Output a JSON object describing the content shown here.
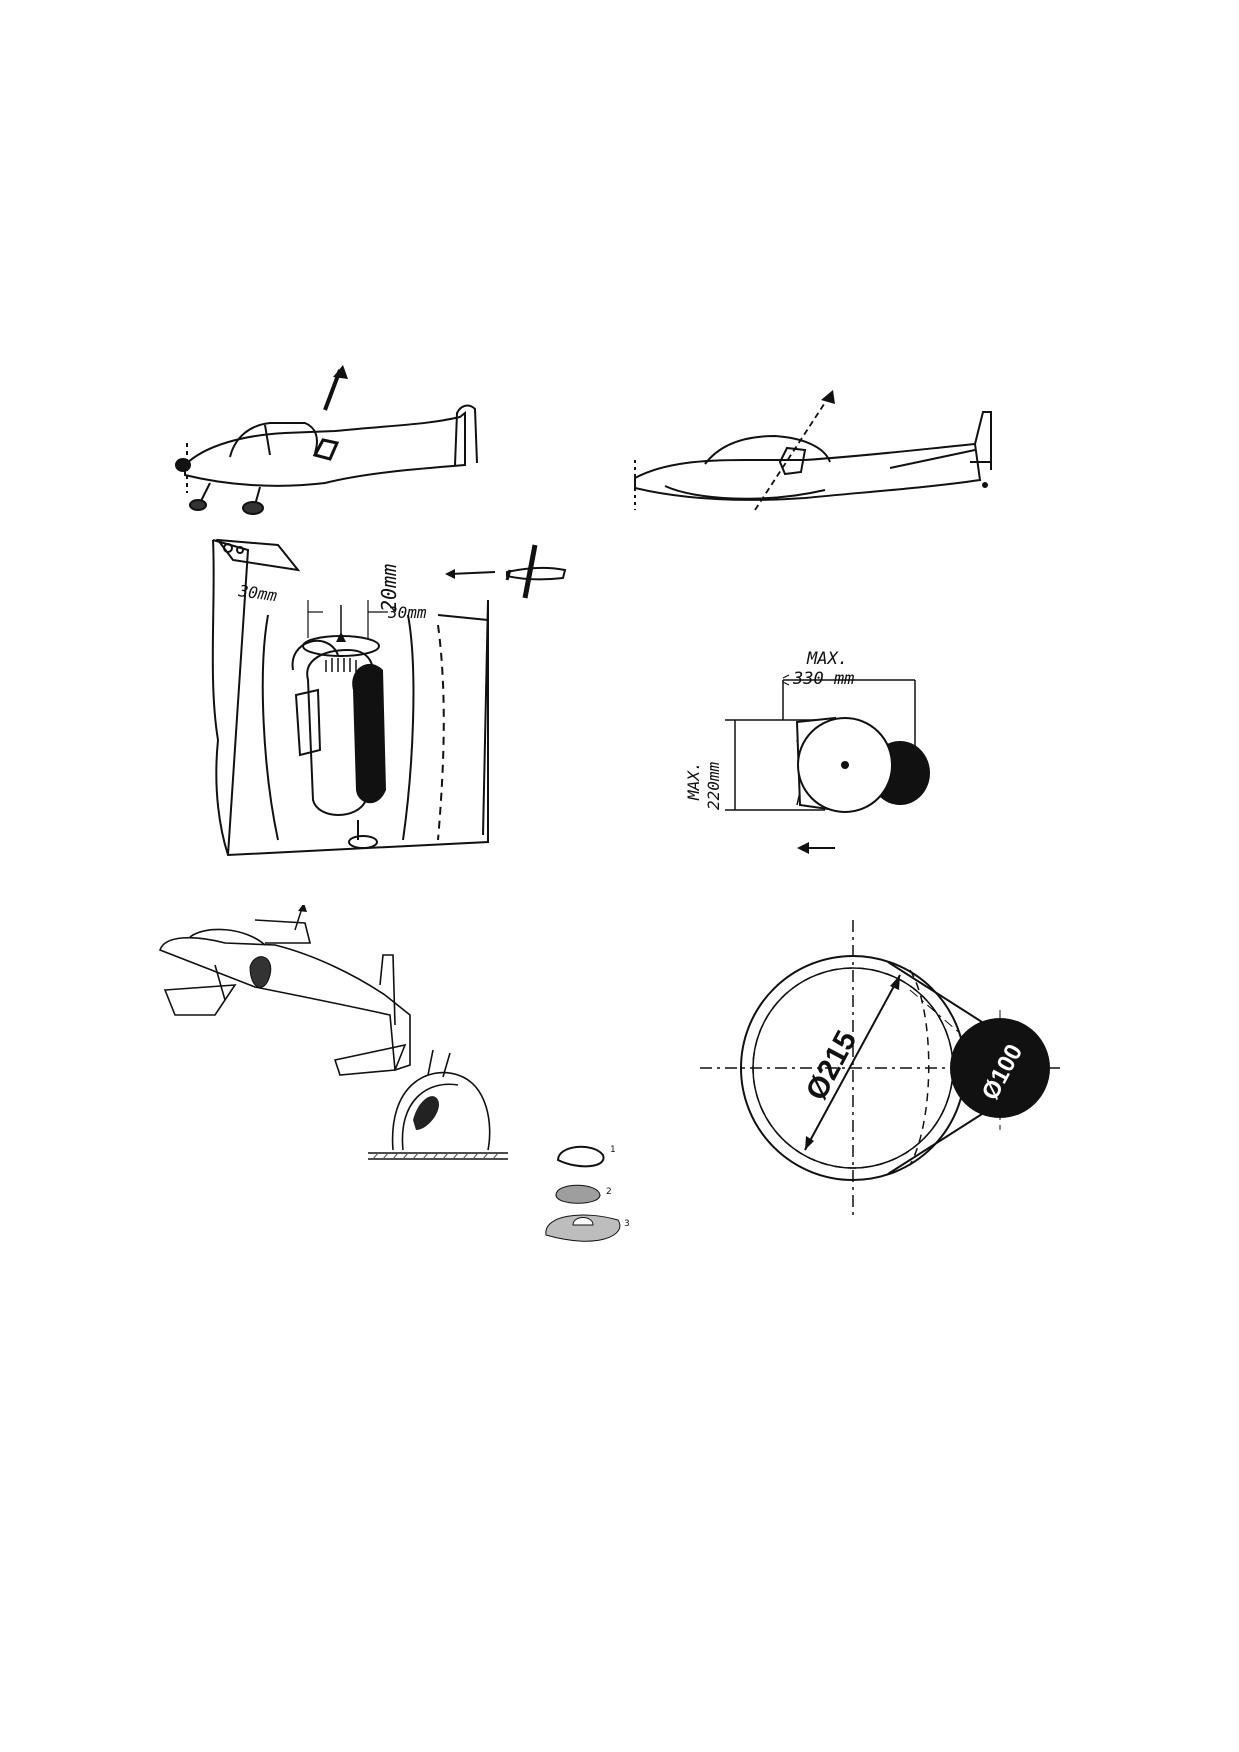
{
  "page": {
    "background": "#ffffff",
    "ink": "#111111",
    "fill_dark": "#111111",
    "fill_shade": "#bdbdbd"
  },
  "installation_detail": {
    "dim_top": "20mm",
    "dim_left": "30mm",
    "dim_right": "30mm"
  },
  "footprint": {
    "max_length_label": "MAX.",
    "max_length_value": "330 mm",
    "max_height_label": "MAX.",
    "max_height_value": "220mm"
  },
  "canopy_sequence": {
    "callouts": [
      "1",
      "2",
      "3"
    ]
  },
  "clearance_circle": {
    "big_diameter": "Ø215",
    "small_diameter": "Ø100"
  }
}
